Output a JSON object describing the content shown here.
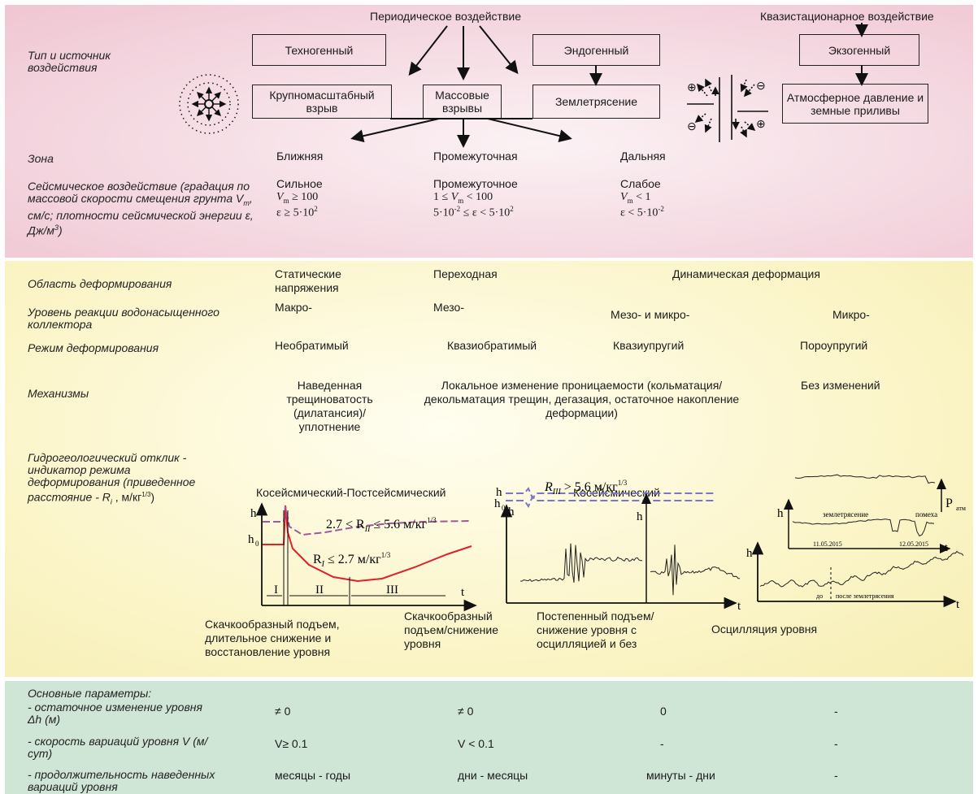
{
  "header": {
    "periodic": "Периодическое воздействие",
    "quasistatic": "Квазистационарное воздействие",
    "technogenic": "Техногенный",
    "endogenic": "Эндогенный",
    "exogenic": "Экзогенный",
    "large_blast": "Крупномасштабный взрыв",
    "mass_blasts": "Массовые взрывы",
    "earthquake": "Землетрясение",
    "atmo": "Атмосферное давление и земные приливы"
  },
  "rows": {
    "source_label": "Тип и источник воздействия",
    "zone_label": "Зона",
    "seismic_label": "Сейсмическое воздействие (градация по массовой скорости смещения грунта V",
    "seismic_label_sub": "m",
    "seismic_label_cont": ", см/с; плотности сейсмической энергии ε, Дж/м",
    "seismic_label_sup": "3",
    "seismic_label_end": ")"
  },
  "zones": [
    "Ближняя",
    "Промежуточная",
    "Дальняя"
  ],
  "seismic": [
    {
      "title": "Сильное",
      "v": "V",
      "vsub": "m",
      "vrel": " ≥ 100",
      "e": "ε ≥ 5·10",
      "esup": "2",
      "prefix": ""
    },
    {
      "title": "Промежуточное",
      "v": "V",
      "vsub": "m",
      "vrel": " < 100",
      "e": "5·10",
      "esup": "-2",
      "prefix": "1 ≤ ",
      "e2": " ≤ ε < 5·10",
      "e2sup": "2"
    },
    {
      "title": "Слабое",
      "v": "V",
      "vsub": "m",
      "vrel": " < 1",
      "e": "ε < 5·10",
      "esup": "-2",
      "prefix": ""
    }
  ],
  "deform": {
    "area_label": "Область деформирования",
    "area": [
      "Статические напряжения",
      "Переходная",
      "Динамическая деформация"
    ],
    "level_label": "Уровень реакции водонасыщенного коллектора",
    "level": [
      "Макро-",
      "Мезо-",
      "Мезо- и микро-",
      "Микро-"
    ],
    "mode_label": "Режим деформирования",
    "mode": [
      "Необратимый",
      "Квазиобратимый",
      "Квазиупругий",
      "Пороупругий"
    ],
    "mech_label": "Механизмы",
    "mech": [
      "Наведенная трещиноватость (дилатансия)/ уплотнение",
      "Локальное изменение проницаемости (кольматация/декольматация трещин, дегазация, остаточное накопление деформации)",
      "Без изменений"
    ],
    "hydro_label": "Гидрогеологический отклик - индикатор режима деформирования (приведенное расстояние - R",
    "hydro_label_sub": "i",
    "hydro_label_unit": " , м/кг",
    "hydro_label_sup": "1/3",
    "hydro_label_end": ")",
    "response_titles": [
      "Косейсмический-Постсейсмический",
      "Косейсмический"
    ],
    "response_desc": [
      "Скачкообразный подъем, длительное снижение и восстановление уровня",
      "Скачкообразный подъем/снижение уровня",
      "Постепенный подъем/снижение уровня с осцилляцией и без",
      "Осцилляция уровня"
    ]
  },
  "graphs": {
    "g1_upper": "2.7 < R",
    "g1_upper_sub": "II",
    "g1_upper_end": " ≤ 5.6 м/кг",
    "g1_lower": "R",
    "g1_lower_sub": "I",
    "g1_lower_end": " ≤ 2.7 м/кг",
    "unit_sup": "1/3",
    "g2": "R",
    "g2_sub": "III",
    "g2_end": " > 5.6 м/кг",
    "phases": [
      "I",
      "II",
      "III"
    ],
    "h": "h",
    "h0": "h",
    "h0_sub": "0",
    "t": "t",
    "p": "P",
    "p_sub": "атм",
    "quake": "землетрясение",
    "noise": "помеха",
    "date1": "11.05.2015",
    "date2": "12.05.2015",
    "before": "до",
    "after": "после землетрясения"
  },
  "params": {
    "header": "Основные параметры:",
    "items": [
      {
        "label": "- остаточное изменение уровня Δh (м)",
        "values": [
          "≠ 0",
          "≠ 0",
          "0",
          "-"
        ]
      },
      {
        "label": "- скорость вариаций уровня V (м/сут)",
        "values": [
          "V≥ 0.1",
          "V < 0.1",
          "-",
          "-"
        ]
      },
      {
        "label": "- продолжительность наведенных вариаций уровня",
        "values": [
          "месяцы - годы",
          "дни - месяцы",
          "минуты - дни",
          "-"
        ]
      }
    ]
  },
  "colors": {
    "pink": "#f3d3dd",
    "yellow": "#fbf5c9",
    "green": "#cfe5d6",
    "red": "#e0202a",
    "purple": "#a0579b",
    "blue": "#7b77c6"
  }
}
